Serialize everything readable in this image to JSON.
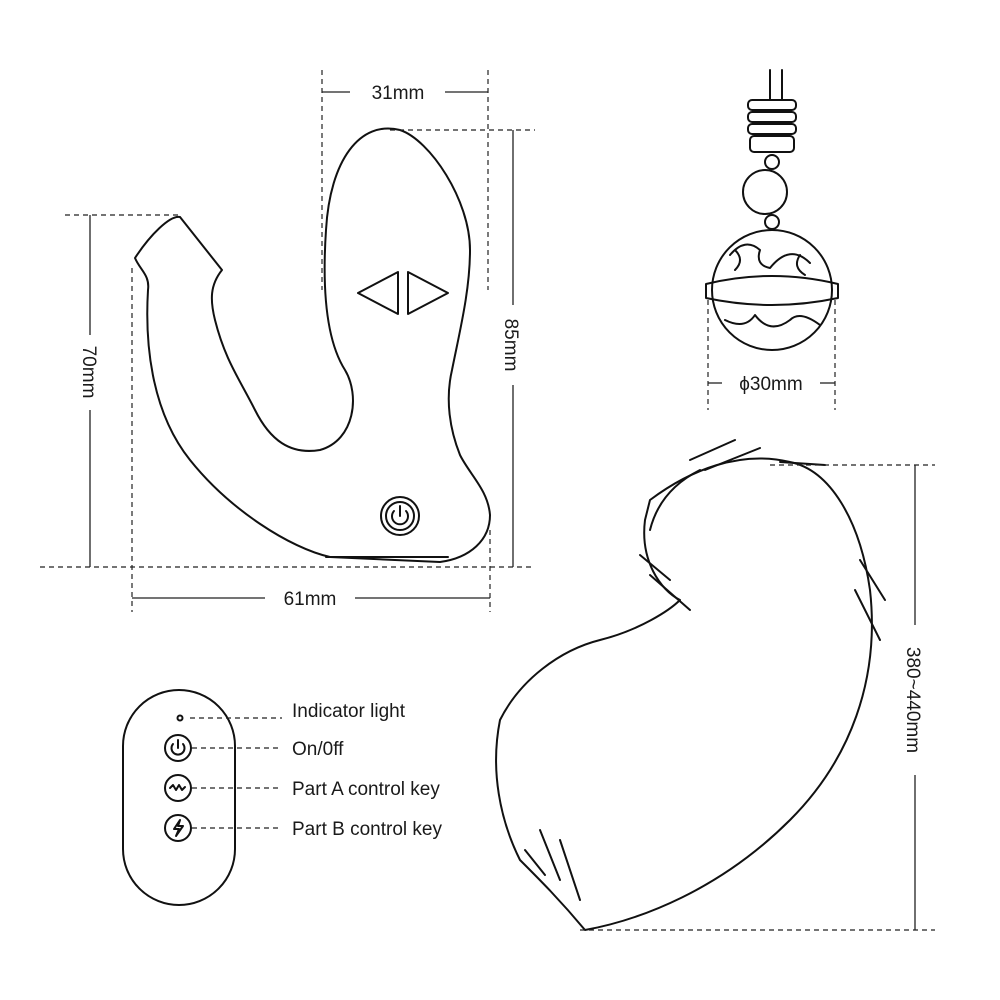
{
  "dimensions": {
    "width_top": "31mm",
    "height_right": "85mm",
    "height_left": "70mm",
    "width_bottom": "61mm",
    "bell_diameter": "ϕ30mm",
    "tail_length": "380~440mm"
  },
  "remote": {
    "items": [
      {
        "label": "Indicator light",
        "icon": "indicator-dot"
      },
      {
        "label": "On/0ff",
        "icon": "power-icon"
      },
      {
        "label": "Part A control key",
        "icon": "wave-icon"
      },
      {
        "label": "Part B control key",
        "icon": "lightning-icon"
      }
    ]
  }
}
